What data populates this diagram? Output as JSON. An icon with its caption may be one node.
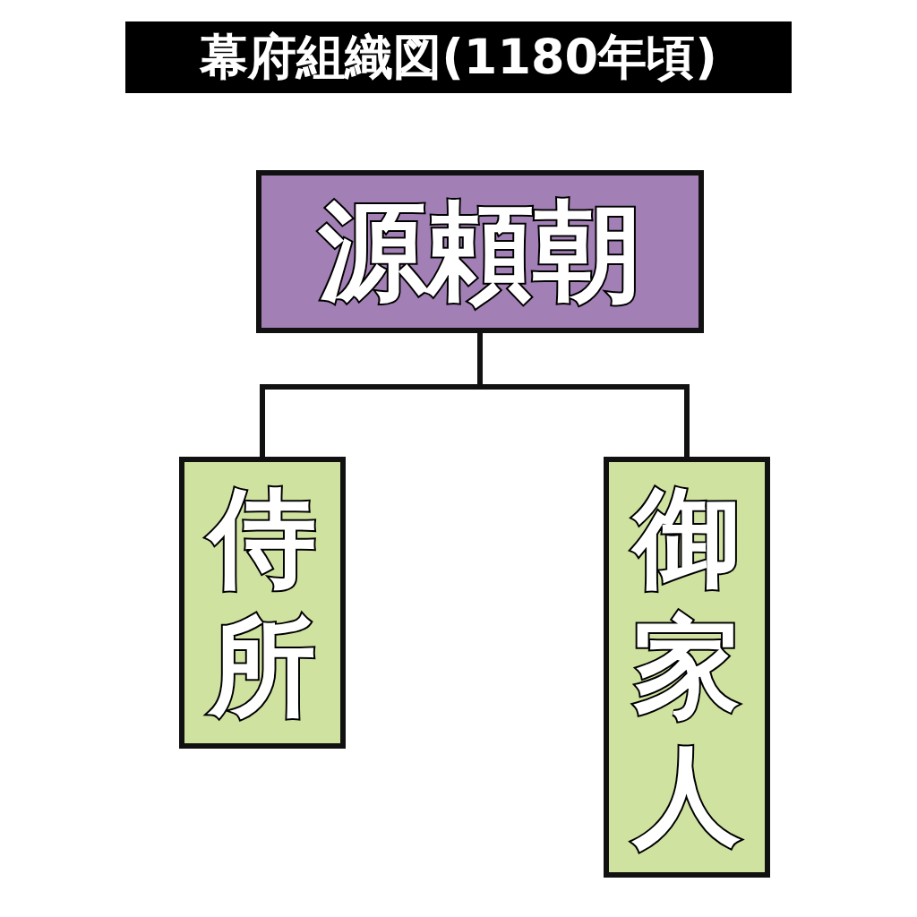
{
  "diagram": {
    "title": "幕府組織図(1180年頃)",
    "nodes": [
      {
        "text": [
          "源頼朝"
        ]
      },
      {
        "text": [
          "侍所"
        ]
      },
      {
        "text": [
          "御家人"
        ]
      }
    ],
    "edges": [
      {
        "from": 0,
        "to": 1,
        "arrow": "none"
      },
      {
        "from": 0,
        "to": 2,
        "arrow": "none"
      }
    ]
  }
}
